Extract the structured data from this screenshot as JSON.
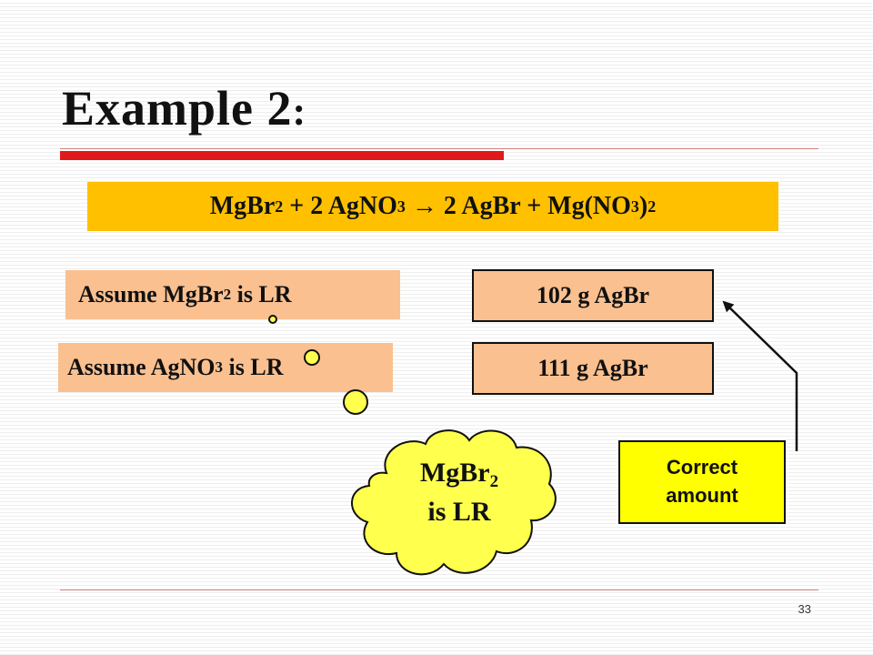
{
  "slide": {
    "title": "Example 2",
    "title_colon": ":",
    "equation": {
      "mgbr": "MgBr",
      "sub2": "2",
      "plus_coeff": "+ 2 AgNO",
      "sub3": "3",
      "arrow": "→",
      "product": "2 AgBr + Mg(NO",
      "sub3b": "3",
      "close": ")",
      "sub2b": "2"
    },
    "assume1": {
      "prefix": "Assume MgBr",
      "sub": "2",
      "suffix": " is LR"
    },
    "assume2": {
      "prefix": "Assume AgNO",
      "sub": "3",
      "suffix": " is LR"
    },
    "result1": "102 g AgBr",
    "result2": "111 g AgBr",
    "cloud": {
      "line1": "MgBr",
      "sub": "2",
      "line2": "is LR"
    },
    "callout": {
      "line1": "Correct",
      "line2": "amount"
    },
    "page_number": "33"
  },
  "colors": {
    "title_bar": "#e01a1a",
    "equation_bg": "#ffc000",
    "label_bg": "#fac090",
    "callout_bg": "#ffff00",
    "cloud_bg": "#ffff4d"
  }
}
